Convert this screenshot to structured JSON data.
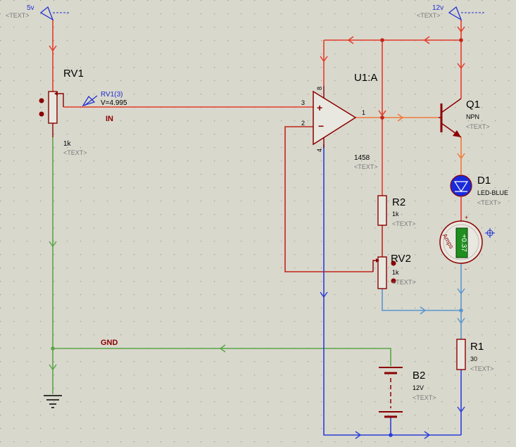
{
  "colors": {
    "background": "#d9d8cd",
    "grid_dot": "#9a9a90",
    "wire_red": "#e63b2a",
    "wire_darkred": "#c0261a",
    "wire_orange": "#f07a3a",
    "wire_green": "#5aa548",
    "wire_blue": "#2a3fd9",
    "wire_lightblue": "#5b95cc",
    "component": "#8b0000",
    "text_dark": "#000000",
    "text_gray": "#7a7a7a",
    "probe_blue": "#1f2fd0",
    "led_blue": "#1a2adb",
    "meter_green": "#1f8f1f"
  },
  "terminals": {
    "v5": {
      "label": "5v",
      "placeholder": "<TEXT>"
    },
    "v12": {
      "label": "12v",
      "placeholder": "<TEXT>"
    },
    "ground_icon": "ground-icon"
  },
  "rv1": {
    "name": "RV1",
    "value": "1k",
    "placeholder": "<TEXT>"
  },
  "probe": {
    "name": "RV1(3)",
    "reading": "V=4.995"
  },
  "net_labels": {
    "in": "IN",
    "gnd": "GND"
  },
  "opamp": {
    "name": "U1:A",
    "part": "1458",
    "placeholder": "<TEXT>",
    "pin_noninv": "3",
    "pin_inv": "2",
    "pin_out": "1",
    "pin_vcc": "8",
    "pin_vee": "4"
  },
  "q1": {
    "name": "Q1",
    "type": "NPN",
    "placeholder": "<TEXT>"
  },
  "d1": {
    "name": "D1",
    "type": "LED-BLUE",
    "placeholder": "<TEXT>"
  },
  "ammeter": {
    "reading": "+0.37",
    "unit": "Amps",
    "plus": "+",
    "minus": "-"
  },
  "r2": {
    "name": "R2",
    "value": "1k",
    "placeholder": "<TEXT>"
  },
  "rv2": {
    "name": "RV2",
    "value": "1k",
    "placeholder": "<TEXT>"
  },
  "r1": {
    "name": "R1",
    "value": "30",
    "placeholder": "<TEXT>"
  },
  "b2": {
    "name": "B2",
    "value": "12V",
    "placeholder": "<TEXT>"
  }
}
